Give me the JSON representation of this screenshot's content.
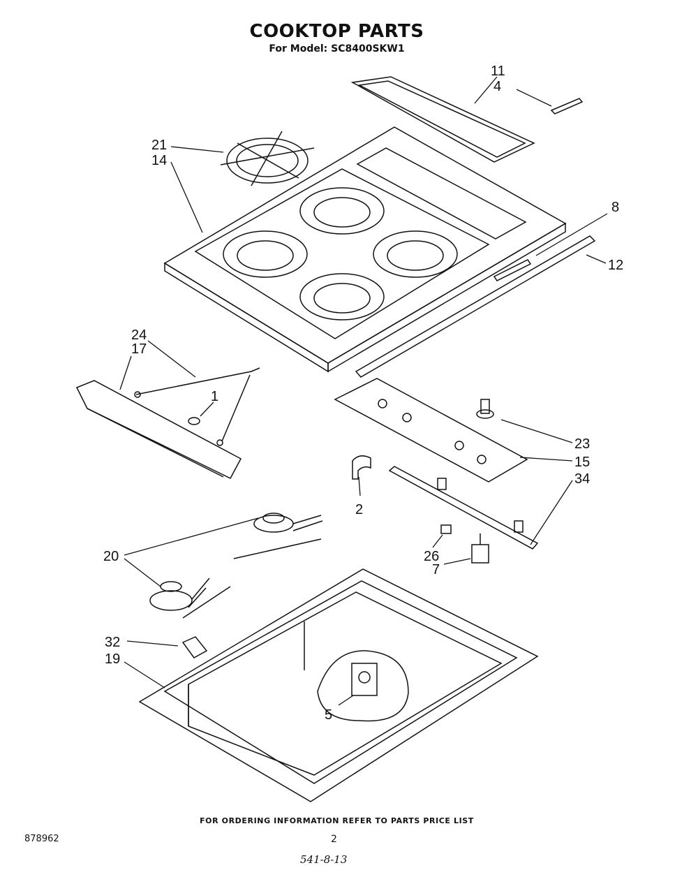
{
  "header": {
    "title": "COOKTOP PARTS",
    "subtitle": "For Model: SC8400SKW1"
  },
  "callouts": {
    "c11": "11",
    "c4": "4",
    "c21": "21",
    "c14": "14",
    "c8": "8",
    "c12": "12",
    "c24": "24",
    "c17": "17",
    "c1": "1",
    "c23": "23",
    "c15": "15",
    "c34": "34",
    "c2": "2",
    "c26": "26",
    "c7": "7",
    "c20": "20",
    "c32": "32",
    "c19": "19",
    "c5": "5"
  },
  "footer": {
    "ordering_note": "FOR ORDERING INFORMATION REFER TO PARTS PRICE LIST",
    "doc_number": "878962",
    "page_number": "2",
    "handwritten_code": "541-8-13"
  }
}
